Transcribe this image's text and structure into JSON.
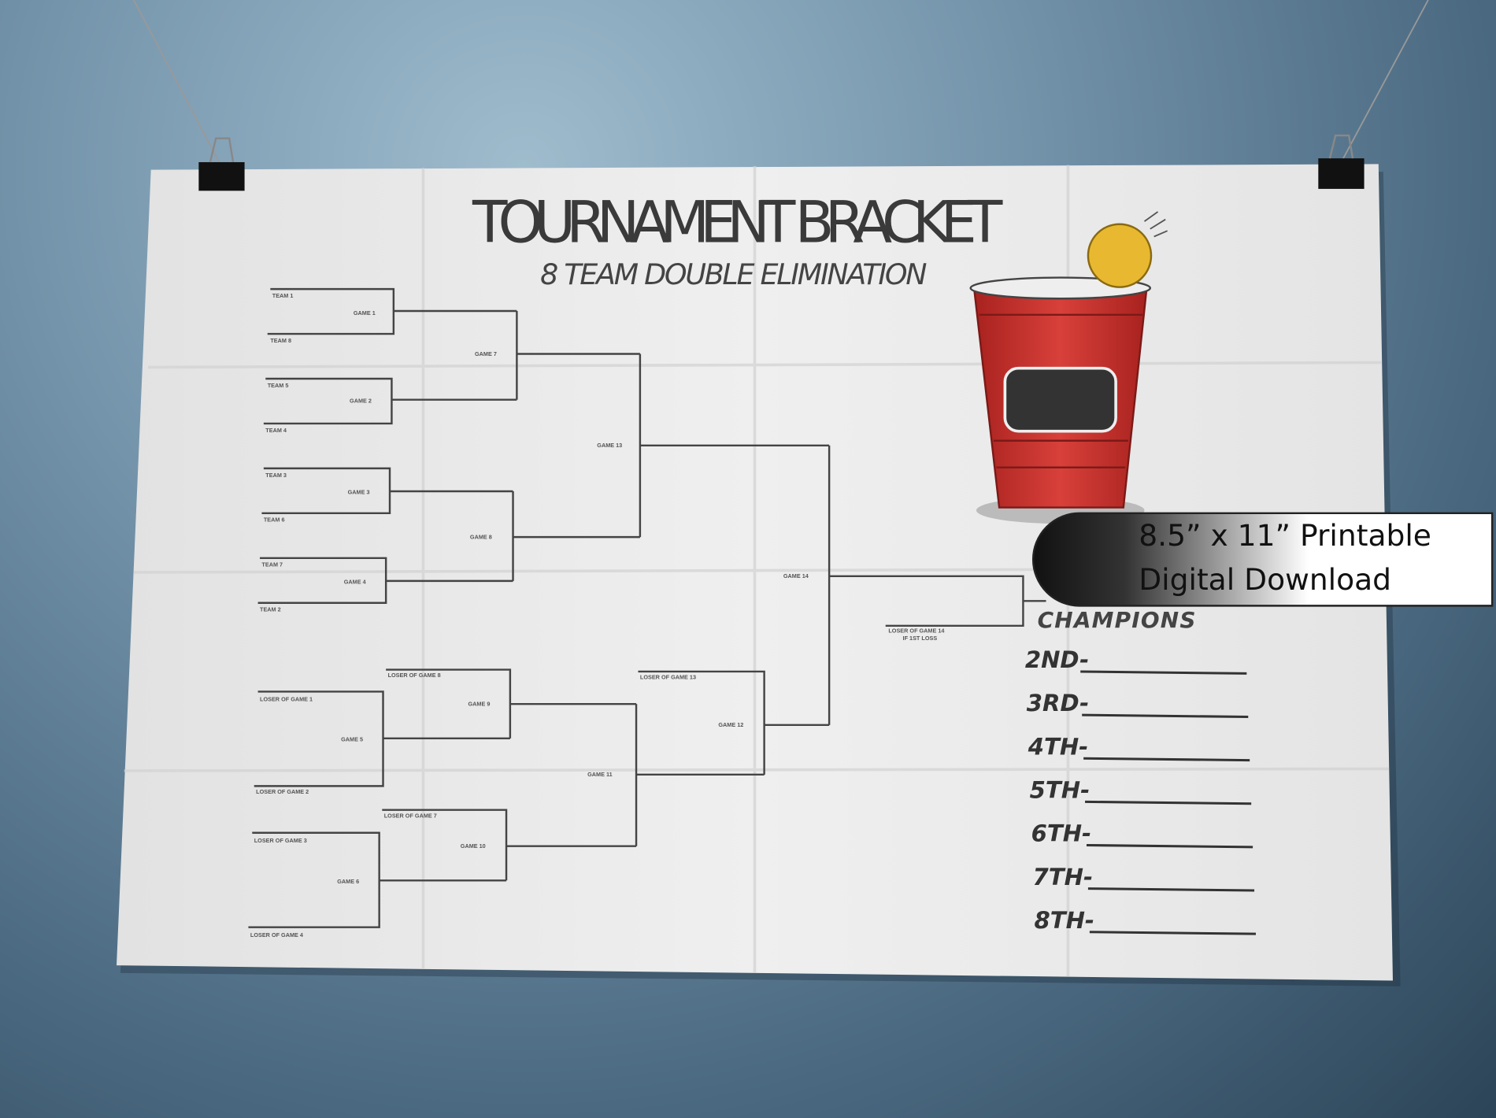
{
  "poster": {
    "title": "TOURNAMENT BRACKET",
    "subtitle": "8 TEAM DOUBLE ELIMINATION",
    "champions_label": "CHAMPIONS",
    "places": [
      "2ND-",
      "3RD-",
      "4TH-",
      "5TH-",
      "6TH-",
      "7TH-",
      "8TH-"
    ],
    "bracket_labels": [
      "TEAM 1",
      "TEAM 8",
      "GAME 1",
      "TEAM 5",
      "TEAM 4",
      "GAME 2",
      "TEAM 3",
      "TEAM 6",
      "GAME 3",
      "TEAM 7",
      "TEAM 2",
      "GAME 4",
      "GAME 7",
      "GAME 8",
      "GAME 13",
      "GAME 14",
      "LOSER OF GAME 14",
      "IF 1ST LOSS",
      "LOSER OF GAME 1",
      "GAME 5",
      "LOSER OF GAME 2",
      "LOSER OF GAME 8",
      "GAME 9",
      "LOSER OF GAME 3",
      "GAME 6",
      "LOSER OF GAME 4",
      "LOSER OF GAME 7",
      "GAME 10",
      "GAME 11",
      "LOSER OF GAME 13",
      "GAME 12"
    ]
  },
  "badge": {
    "line1": "8.5” x 11” Printable",
    "line2": "Digital Download"
  },
  "colors": {
    "cup": "#c8302c",
    "ball": "#e8b830",
    "paper": "#ececec",
    "ink": "#444444"
  },
  "icons": {
    "cup": "red-cup-icon",
    "ball": "ping-pong-ball-icon",
    "clip": "binder-clip-icon"
  }
}
